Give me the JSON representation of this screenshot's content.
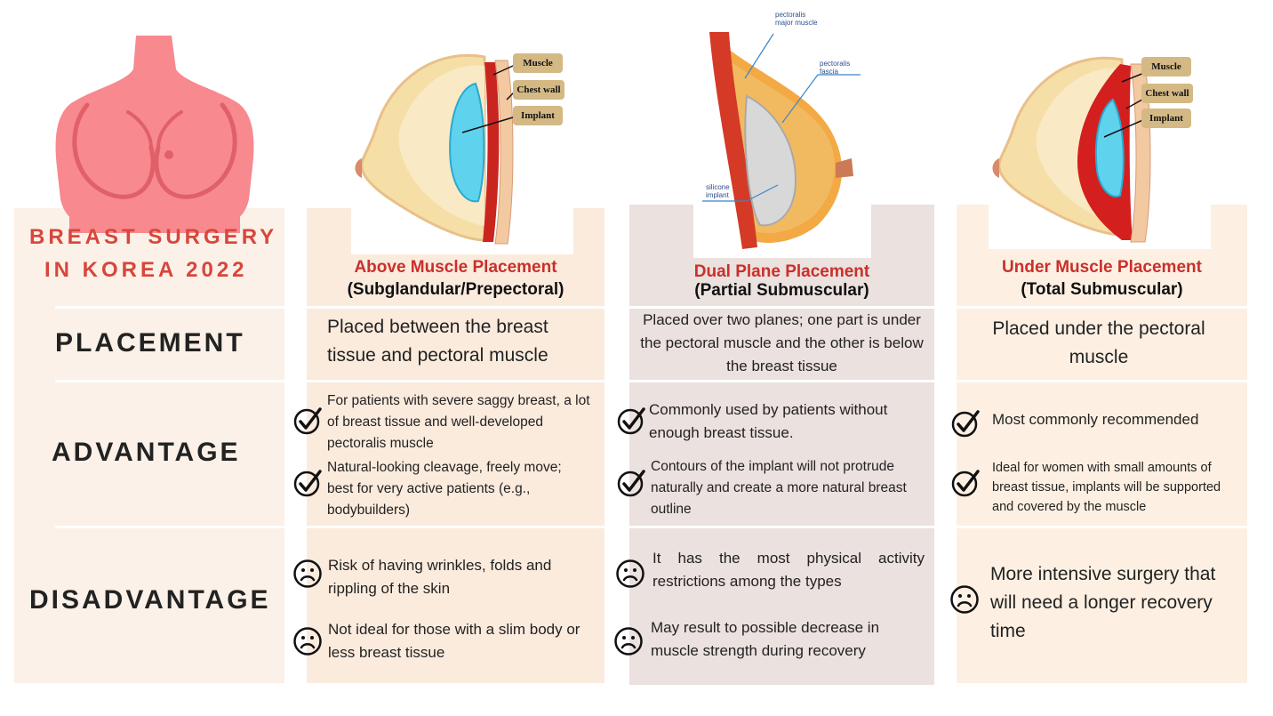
{
  "header": {
    "title_line1": "BREAST SURGERY",
    "title_line2": "IN KOREA 2022"
  },
  "rows": {
    "placement": "PLACEMENT",
    "advantage": "ADVANTAGE",
    "disadvantage": "DISADVANTAGE"
  },
  "diagram1": {
    "muscle": "Muscle",
    "chest_wall": "Chest wall",
    "implant": "Implant"
  },
  "diagram2": {
    "pectoralis_major": "pectoralis major muscle",
    "pectoralis_fascia": "pectoralis fascia",
    "silicone_implant": "silicone implant"
  },
  "diagram3": {
    "muscle": "Muscle",
    "chest_wall": "Chest wall",
    "implant": "Implant"
  },
  "columns": [
    {
      "title": "Above Muscle Placement",
      "subtitle": "(Subglandular/Prepectoral)",
      "placement": "Placed between the breast tissue and pectoral muscle",
      "advantages": [
        "For patients with severe saggy breast, a lot of breast tissue and well-developed pectoralis muscle",
        "Natural-looking cleavage, freely move; best for very active patients (e.g., bodybuilders)"
      ],
      "disadvantages": [
        "Risk of having wrinkles, folds and rippling of the skin",
        "Not ideal for those with a slim body or less breast tissue"
      ]
    },
    {
      "title": "Dual Plane Placement",
      "subtitle": "(Partial Submuscular)",
      "placement": "Placed over two planes; one part is under the pectoral muscle and the other is below the breast tissue",
      "advantages": [
        "Commonly used by patients without enough breast tissue.",
        "Contours of the implant will not protrude naturally and create a more natural breast outline"
      ],
      "disadvantages": [
        "It has the most physical activity restrictions among the types",
        "May result to possible decrease in muscle strength during recovery"
      ]
    },
    {
      "title": "Under Muscle Placement",
      "subtitle": "(Total Submuscular)",
      "placement": "Placed under the pectoral muscle",
      "advantages": [
        "Most commonly recommended",
        "Ideal for women with small amounts of breast tissue, implants will be supported and covered by the muscle"
      ],
      "disadvantages": [
        "More intensive surgery that will need a longer recovery time"
      ]
    }
  ],
  "colors": {
    "accent_red": "#c9302c",
    "brand_red": "#d8463c",
    "torso_pink": "#f7898f"
  },
  "icons": {
    "check": "check-circle-icon",
    "sad": "sad-face-icon",
    "torso": "torso-icon"
  }
}
